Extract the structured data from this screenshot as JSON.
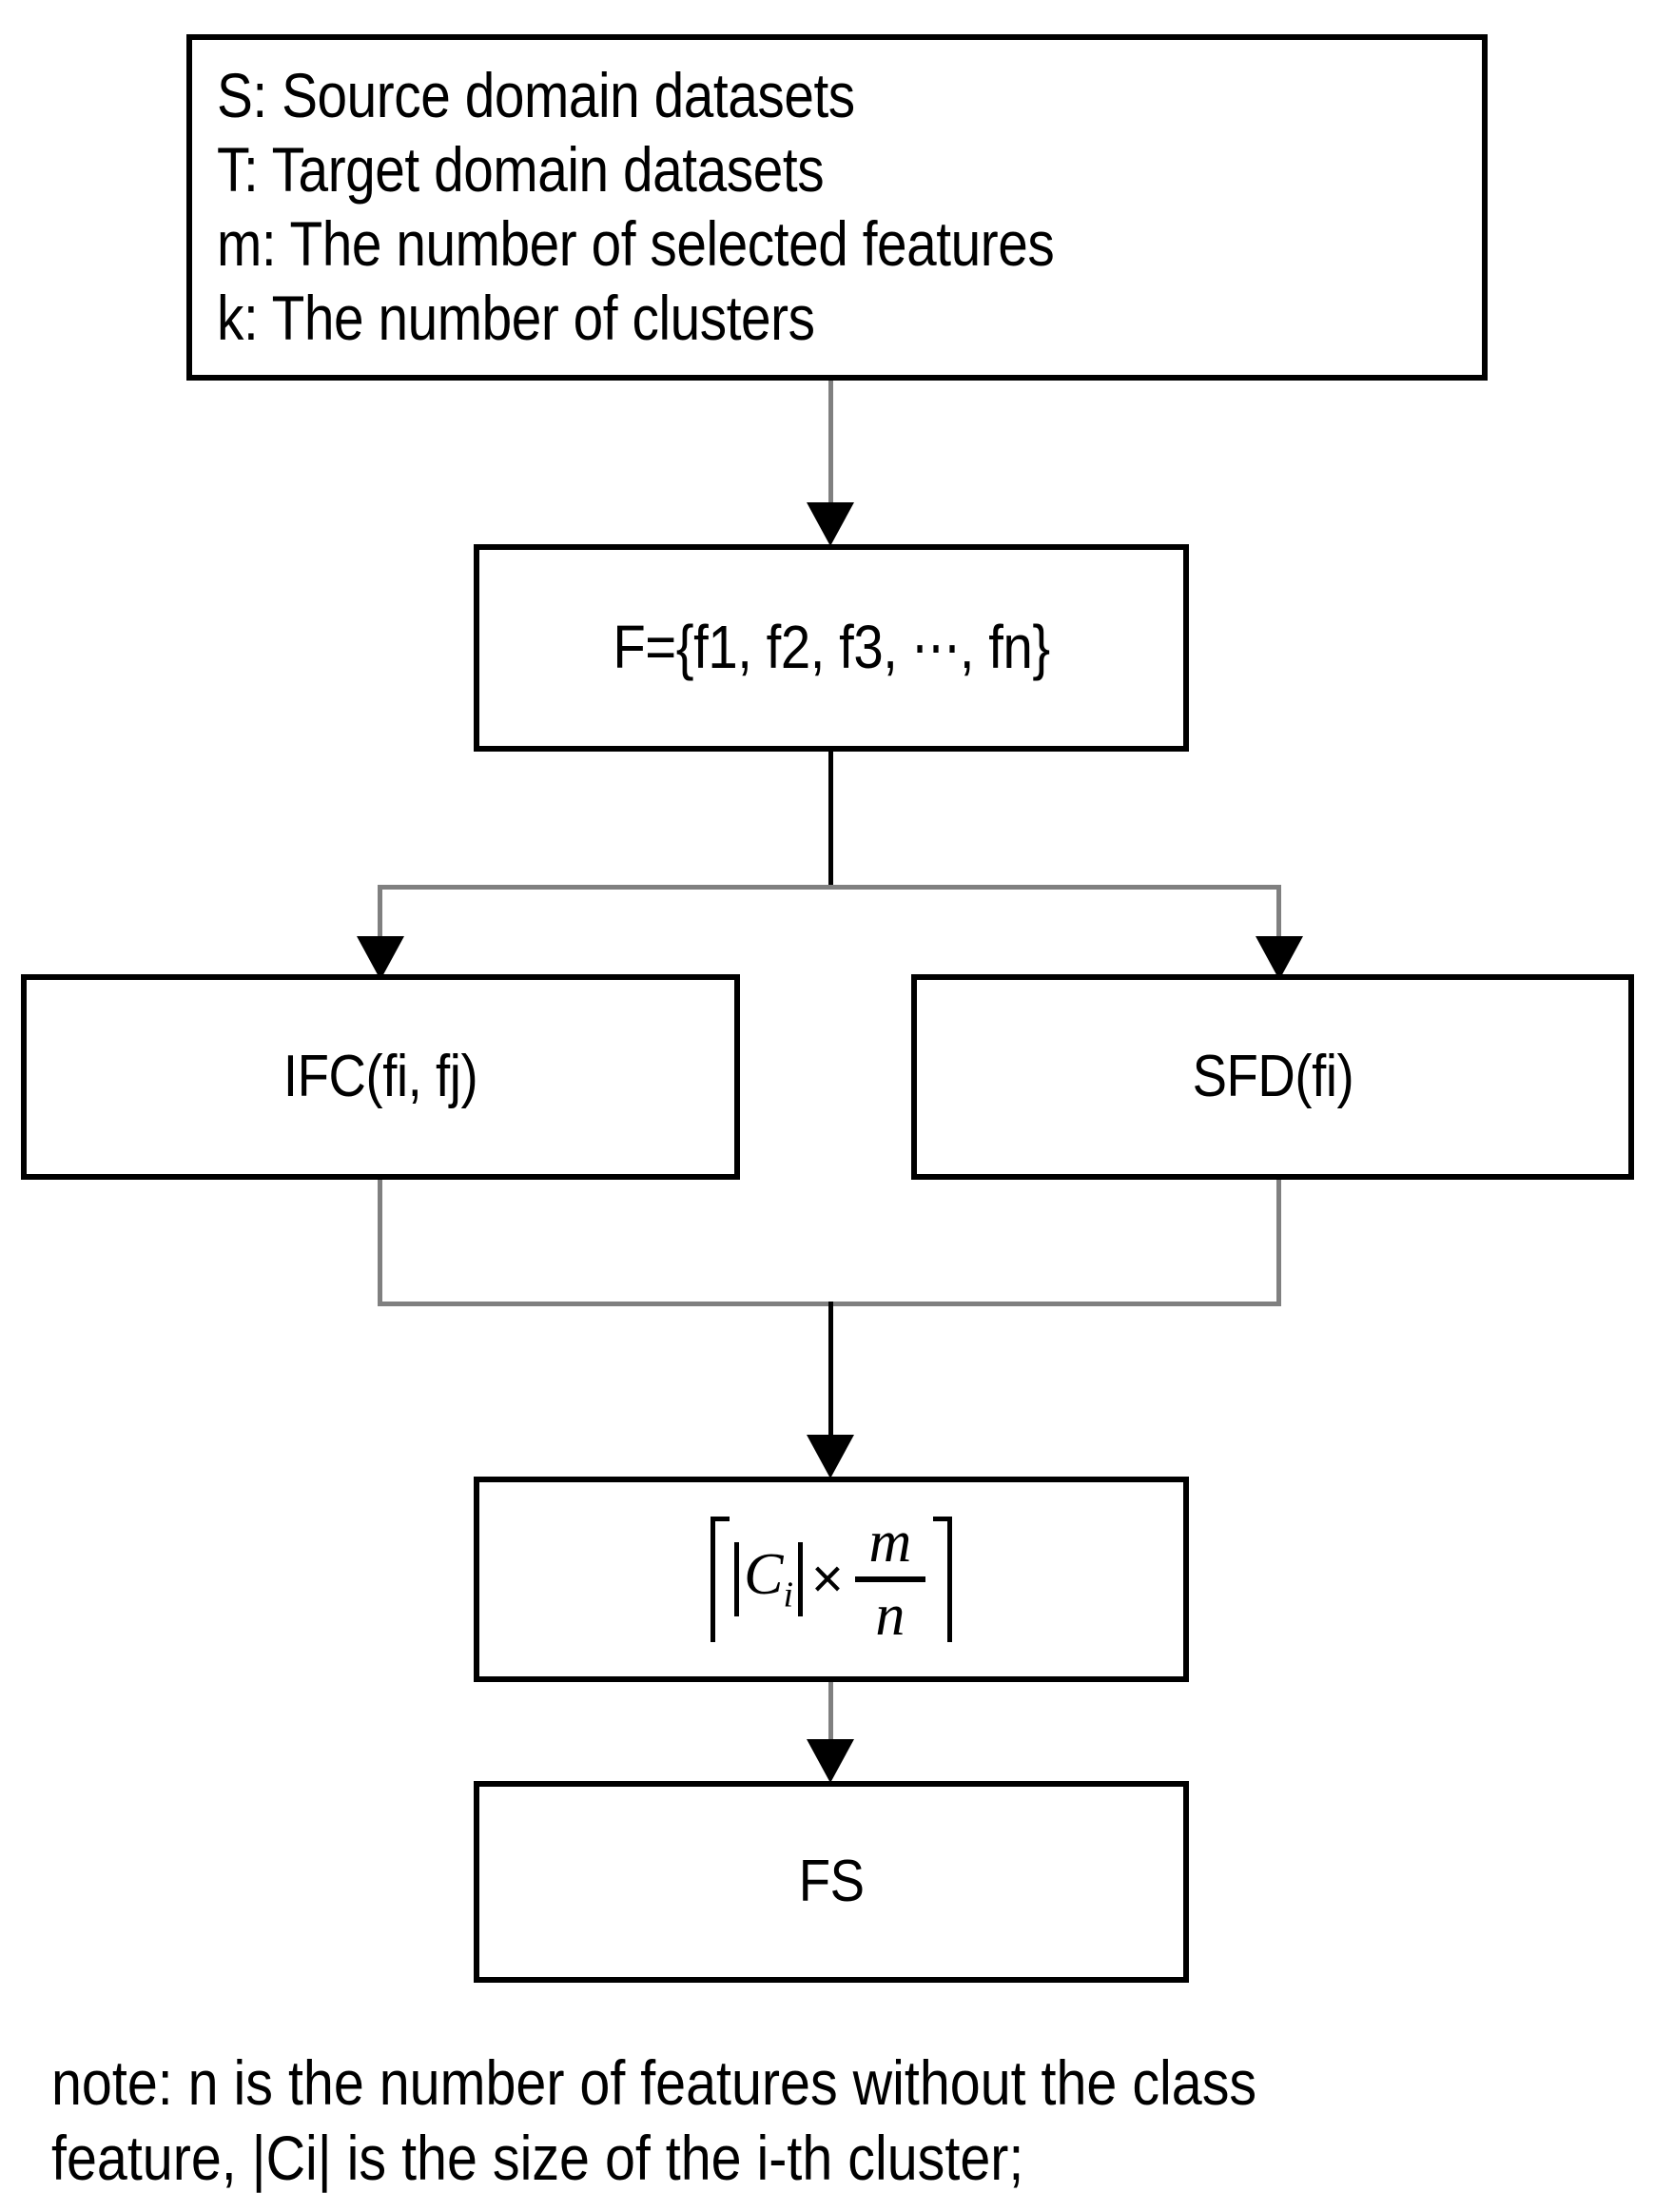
{
  "diagram": {
    "title": "Feature selection flowchart",
    "background_color": "#ffffff",
    "line_color": "#808080",
    "arrow_color": "#000000",
    "border_color": "#000000"
  },
  "nodes": {
    "legend": {
      "label": "S: Source domain datasets\nT: Target domain datasets\nm: The number of selected features\nk: The number of clusters",
      "lines": [
        "S: Source domain datasets",
        "T: Target domain datasets",
        "m: The number of selected features",
        "k: The number of clusters"
      ]
    },
    "features": {
      "label": "F={f1, f2, f3, ⋯, fn}"
    },
    "ifc": {
      "label": "IFC(fi, fj)"
    },
    "sfd": {
      "label": "SFD(fi)"
    },
    "formula": {
      "label": "⌈|Ci|× m/n⌉",
      "parts": {
        "abs_var": "C",
        "abs_sub": "i",
        "operator": "×",
        "numerator": "m",
        "denominator": "n"
      }
    },
    "fs": {
      "label": "FS"
    }
  },
  "note": {
    "label": "note: n is the number of features without the class\nfeature, |Ci| is the size of the i-th cluster;"
  }
}
